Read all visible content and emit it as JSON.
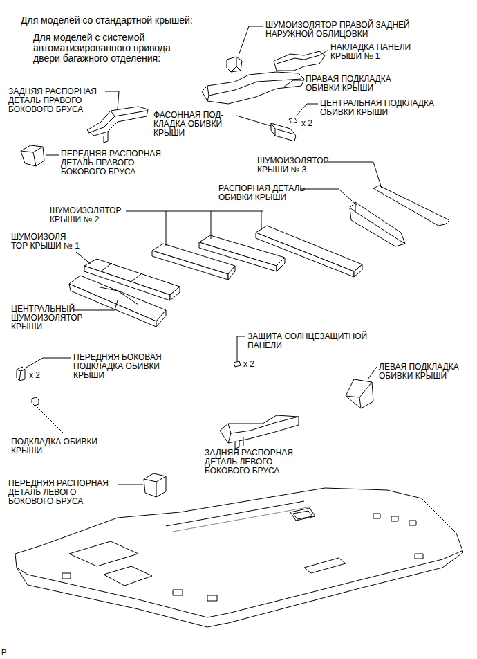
{
  "diagram": {
    "labels": [
      "Для моделей со стандартной крышей:",
      "Для моделей с системой автоматизированного привода двери багажного отделения:",
      "ШУМОИЗОЛЯТОР ПРАВОЙ ЗАДНЕЙ НАРУЖНОЙ ОБЛИЦОВКИ",
      "НАКЛАДКА ПАНЕЛИ КРЫШИ № 1",
      "ЗАДНЯЯ РАСПОРНАЯ ДЕТАЛЬ ПРАВОГО БОКОВОГО БРУСА",
      "ПРАВАЯ ПОДКЛАДКА ОБИВКИ КРЫШИ",
      "ЦЕНТРАЛЬНАЯ ПОДКЛАДКА ОБИВКИ КРЫШИ",
      "x 2",
      "ФАСОННАЯ ПОД- КЛАДКА ОБИВКИ КРЫШИ",
      "ПЕРЕДНЯЯ РАСПОРНАЯ ДЕТАЛЬ ПРАВОГО БОКОВОГО БРУСА",
      "ШУМОИЗОЛЯТОР КРЫШИ № 3",
      "РАСПОРНАЯ ДЕТАЛЬ ОБИВКИ КРЫШИ",
      "ШУМОИЗОЛЯТОР КРЫШИ № 2",
      "ШУМОИЗОЛЯ- ТОР КРЫШИ № 1",
      "ЦЕНТРАЛЬНЫЙ ШУМОИЗОЛЯТОР КРЫШИ",
      "ЗАЩИТА СОЛНЦЕЗАЩИТНОЙ ПАНЕЛИ",
      "x 2",
      "ПЕРЕДНЯЯ БОКОВАЯ ПОДКЛАДКА ОБИВКИ КРЫШИ",
      "x 2",
      "ЛЕВАЯ ПОДКЛАДКА ОБИВКИ КРЫШИ",
      "ПОДКЛАДКА ОБИВКИ КРЫШИ",
      "ЗАДНЯЯ РАСПОРНАЯ ДЕТАЛЬ ЛЕВОГО БОКОВОГО БРУСА",
      "ПЕРЕДНЯЯ РАСПОРНАЯ ДЕТАЛЬ ЛЕВОГО БОКОВОГО БРУСА",
      "P"
    ]
  }
}
